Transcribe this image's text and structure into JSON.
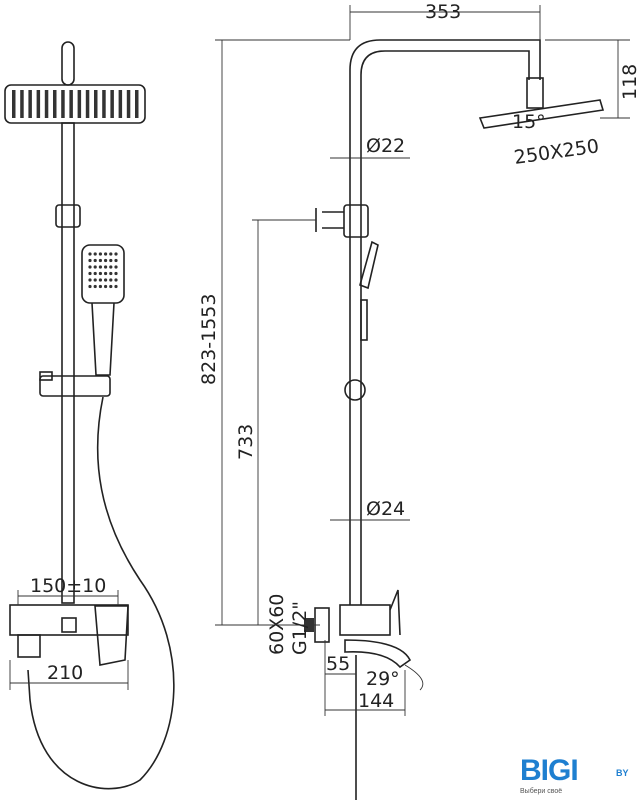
{
  "dimensions": {
    "width_top": "353",
    "head_height": "118",
    "head_angle": "15°",
    "head_size": "250X250",
    "pipe_upper": "Ø22",
    "pipe_lower": "Ø24",
    "total_height": "823-1553",
    "mixer_height": "733",
    "flange": "60X60",
    "thread": "G1/2\"",
    "spout_offset": "55",
    "spout_angle": "29°",
    "spout_length": "144",
    "centers": "150±10",
    "mixer_width": "210"
  },
  "logo": {
    "text": "BIGI",
    "suffix": "BY",
    "tagline": "Выбери своё",
    "color": "#1e7fd0"
  }
}
